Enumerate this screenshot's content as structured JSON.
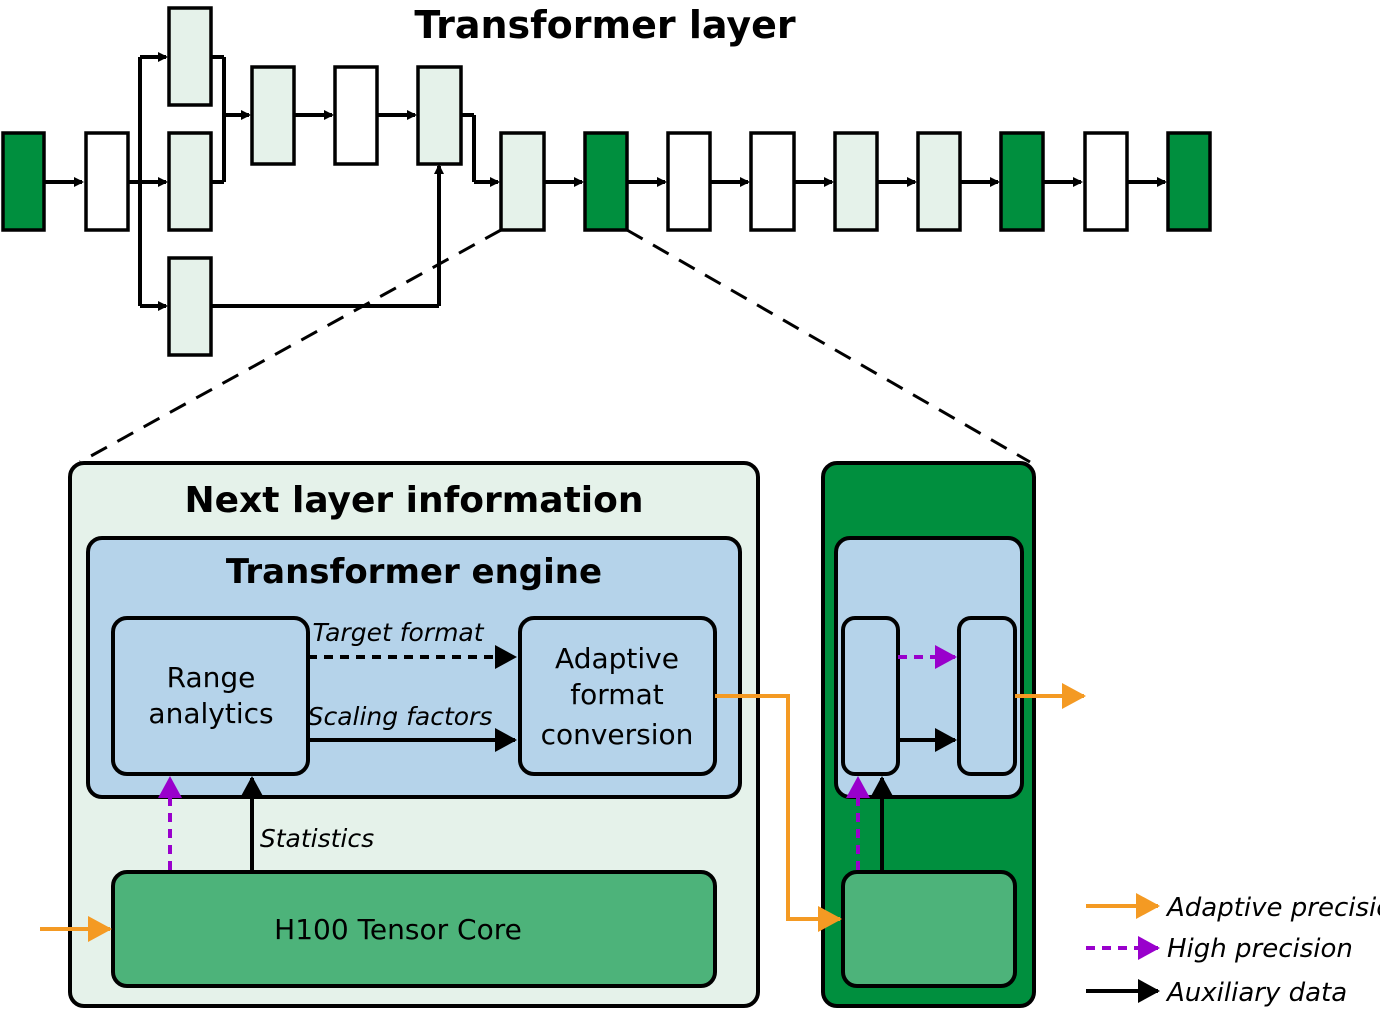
{
  "diagram": {
    "title": "Transformer layer",
    "outer_box_title": "Next layer information",
    "engine_title": "Transformer engine",
    "range_block": {
      "line1": "Range",
      "line2": "analytics"
    },
    "conversion_block": {
      "line1": "Adaptive",
      "line2": "format",
      "line3": "conversion"
    },
    "target_format_label": "Target format",
    "scaling_factors_label": "Scaling factors",
    "statistics_label": "Statistics",
    "tensor_core_label": "H100 Tensor Core"
  },
  "legend": {
    "adaptive": "Adaptive precision",
    "high": "High precision",
    "auxiliary": "Auxiliary data"
  },
  "colors": {
    "dark_green": "#008f3e",
    "light_green": "#e5f2ea",
    "mid_green": "#4db37a",
    "blue": "#b5d3ea",
    "orange": "#f49a23",
    "purple": "#9900cc",
    "black": "#000000",
    "white": "#ffffff"
  }
}
